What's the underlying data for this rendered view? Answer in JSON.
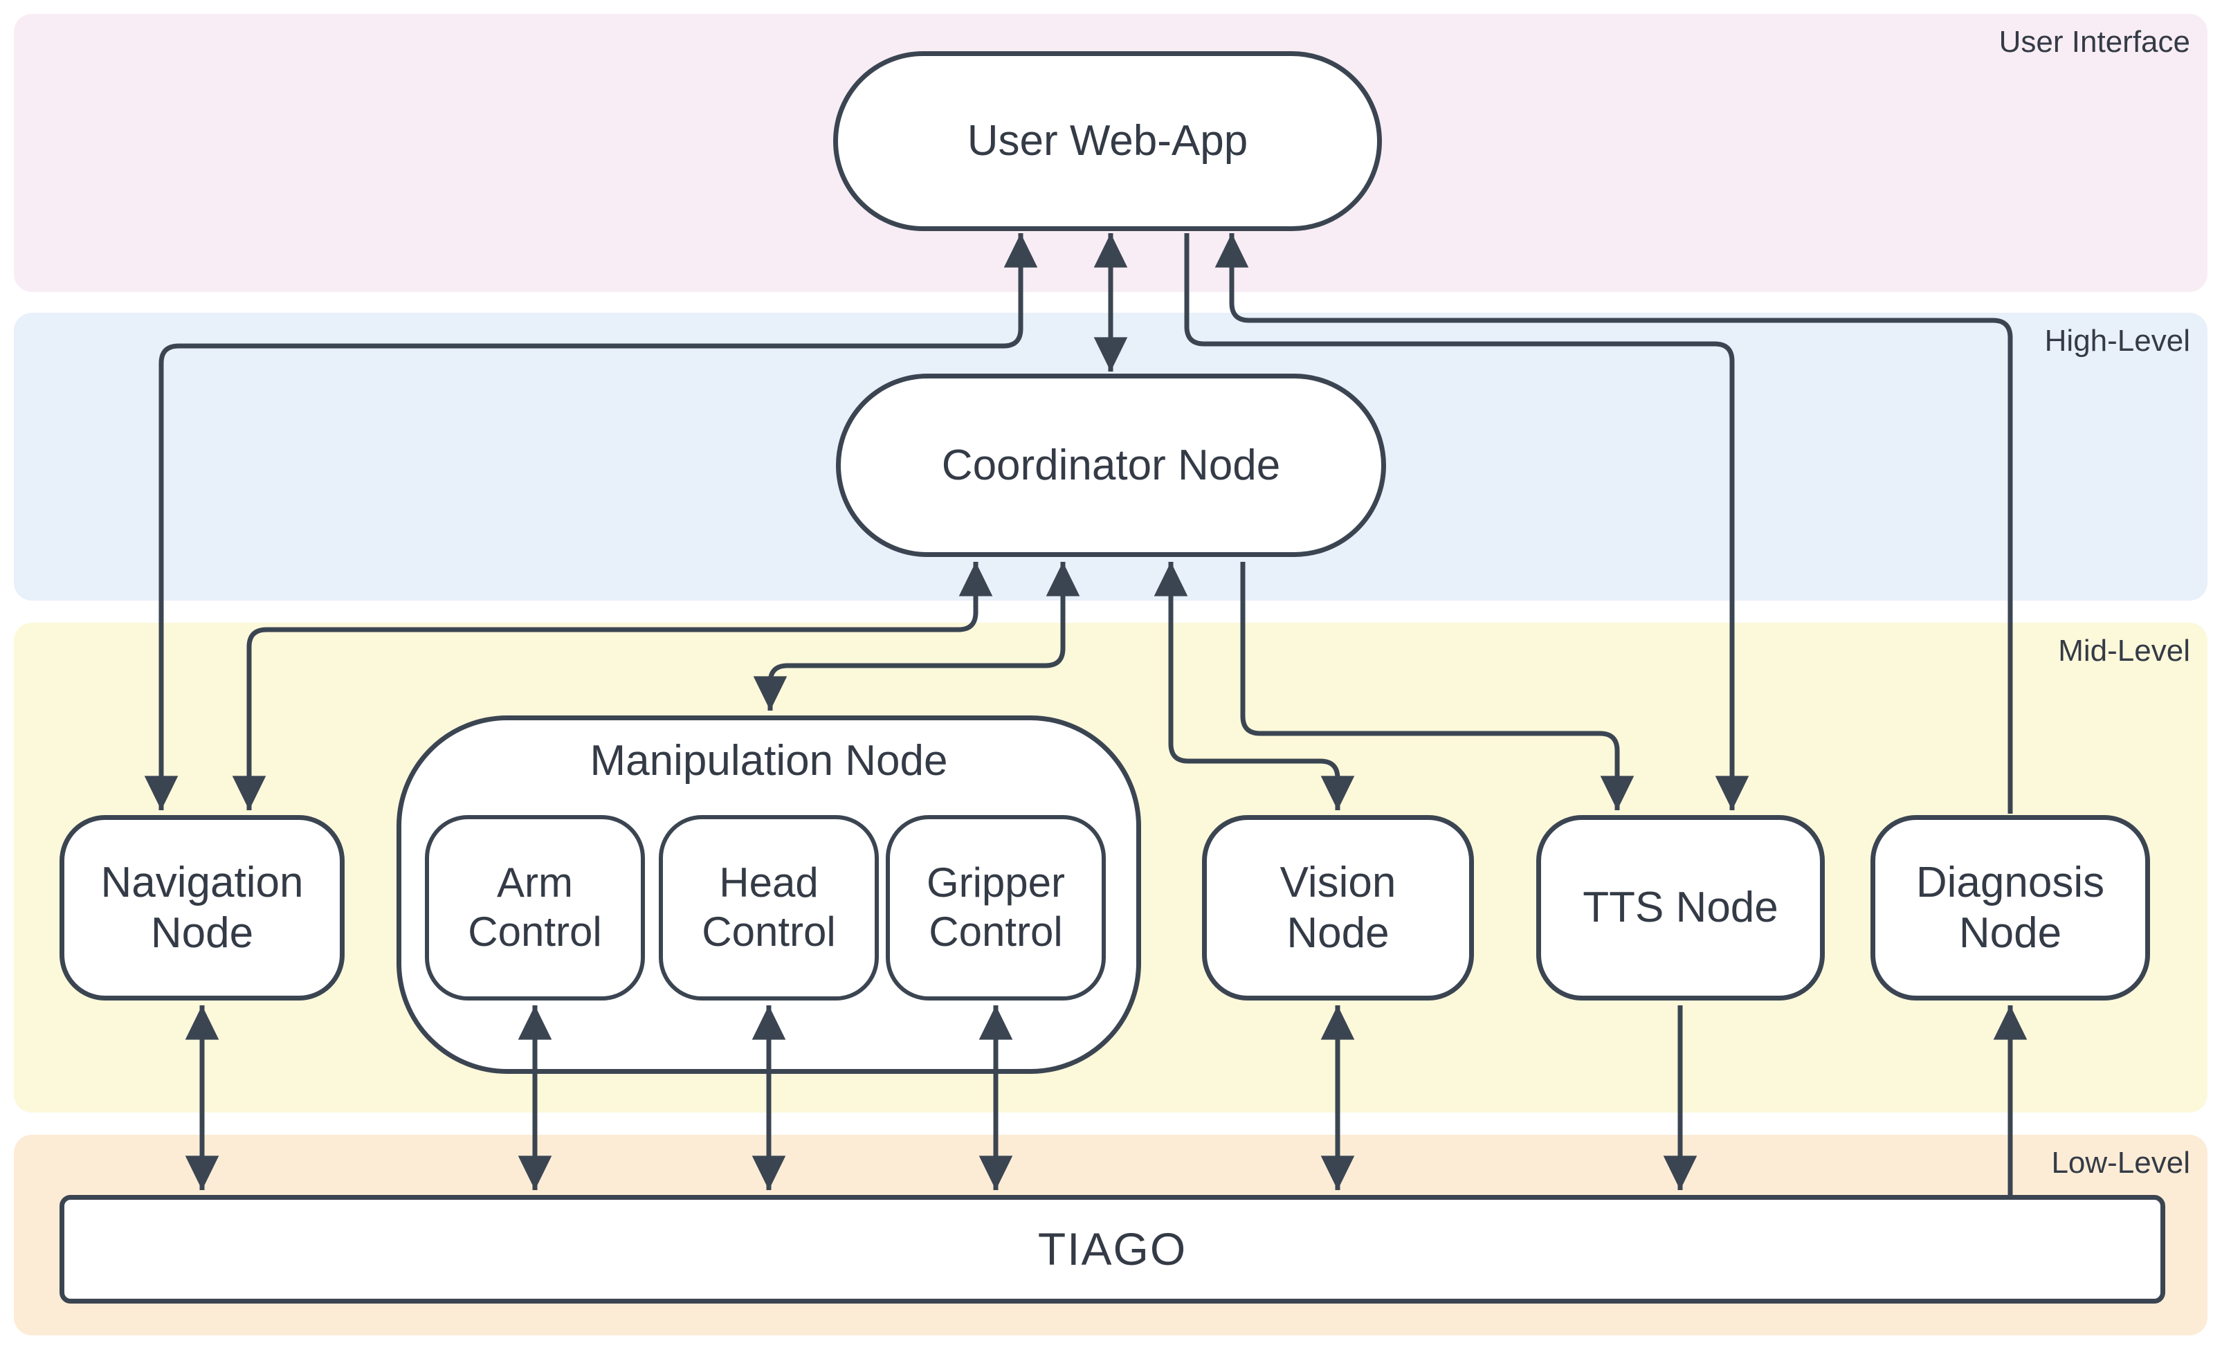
{
  "diagram": {
    "bands": [
      {
        "id": "user-interface",
        "label": "User Interface",
        "color": "#f8edf4"
      },
      {
        "id": "high-level",
        "label": "High-Level",
        "color": "#e8f0fa"
      },
      {
        "id": "mid-level",
        "label": "Mid-Level",
        "color": "#fcf8da"
      },
      {
        "id": "low-level",
        "label": "Low-Level",
        "color": "#fcecd6"
      }
    ],
    "nodes": {
      "user_web_app": {
        "label": "User Web-App"
      },
      "coordinator": {
        "label": "Coordinator Node"
      },
      "navigation": {
        "label": "Navigation\nNode"
      },
      "manipulation": {
        "label": "Manipulation Node"
      },
      "arm": {
        "label": "Arm\nControl"
      },
      "head": {
        "label": "Head\nControl"
      },
      "gripper": {
        "label": "Gripper\nControl"
      },
      "vision": {
        "label": "Vision\nNode"
      },
      "tts": {
        "label": "TTS Node"
      },
      "diagnosis": {
        "label": "Diagnosis\nNode"
      },
      "tiago": {
        "label": "TIAGO"
      }
    },
    "edges": [
      {
        "from": "User Web-App",
        "to": "Coordinator Node",
        "type": "bidirectional"
      },
      {
        "from": "User Web-App",
        "to": "Navigation Node",
        "type": "bidirectional"
      },
      {
        "from": "User Web-App",
        "to": "TTS Node",
        "type": "one-way"
      },
      {
        "from": "Diagnosis Node",
        "to": "User Web-App",
        "type": "one-way"
      },
      {
        "from": "Coordinator Node",
        "to": "Navigation Node",
        "type": "bidirectional"
      },
      {
        "from": "Coordinator Node",
        "to": "Manipulation Node",
        "type": "bidirectional"
      },
      {
        "from": "Coordinator Node",
        "to": "Vision Node",
        "type": "bidirectional"
      },
      {
        "from": "Coordinator Node",
        "to": "TTS Node",
        "type": "one-way"
      },
      {
        "from": "Navigation Node",
        "to": "TIAGO",
        "type": "bidirectional"
      },
      {
        "from": "Arm Control",
        "to": "TIAGO",
        "type": "bidirectional"
      },
      {
        "from": "Head Control",
        "to": "TIAGO",
        "type": "bidirectional"
      },
      {
        "from": "Gripper Control",
        "to": "TIAGO",
        "type": "bidirectional"
      },
      {
        "from": "Vision Node",
        "to": "TIAGO",
        "type": "bidirectional"
      },
      {
        "from": "TTS Node",
        "to": "TIAGO",
        "type": "one-way"
      },
      {
        "from": "TIAGO",
        "to": "Diagnosis Node",
        "type": "one-way"
      }
    ],
    "colors": {
      "stroke": "#3b4552",
      "text": "#343b46",
      "node_fill": "#ffffff"
    }
  }
}
